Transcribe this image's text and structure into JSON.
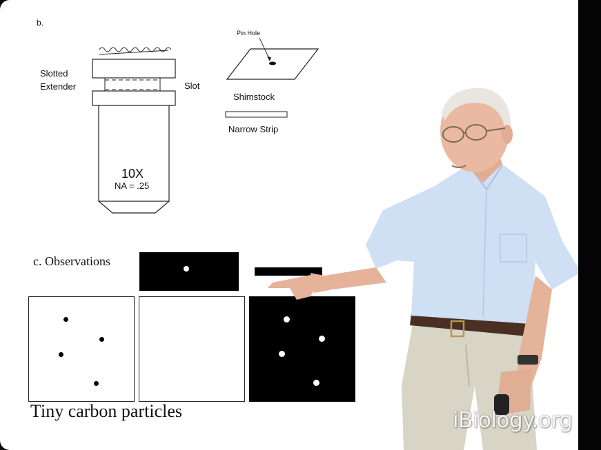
{
  "slide": {
    "panel_b_label": "b.",
    "pin_hole_label": "Pin Hole",
    "slotted_extender_label_line1": "Slotted",
    "slotted_extender_label_line2": "Extender",
    "slot_label": "Slot",
    "shimstock_label": "Shimstock",
    "narrow_strip_label": "Narrow Strip",
    "objective_mag": "10X",
    "objective_na": "NA = .25",
    "panel_c_label": "c. Observations",
    "caption": "Tiny carbon particles"
  },
  "watermark": "iBiology.org",
  "colors": {
    "slide_background": "#ffffff",
    "ink": "#111111",
    "shirt": "#cfe0f5",
    "trousers": "#d6d2c4",
    "skin": "#e8b9a0"
  }
}
